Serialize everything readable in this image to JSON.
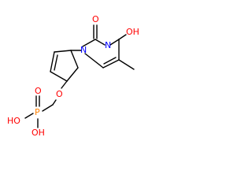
{
  "molecule": {
    "colors": {
      "bond": "#000000",
      "oxygen": "#ff0000",
      "nitrogen": "#0000ff",
      "phosphorus": "#ff8000"
    },
    "labels": {
      "o_c2": "O",
      "o_c4": "OH",
      "n1": "N",
      "n3": "N",
      "o_ether": "O",
      "p": "P",
      "o_p_double": "O",
      "o_p_oh1": "HO",
      "o_p_oh2": "OH"
    }
  }
}
